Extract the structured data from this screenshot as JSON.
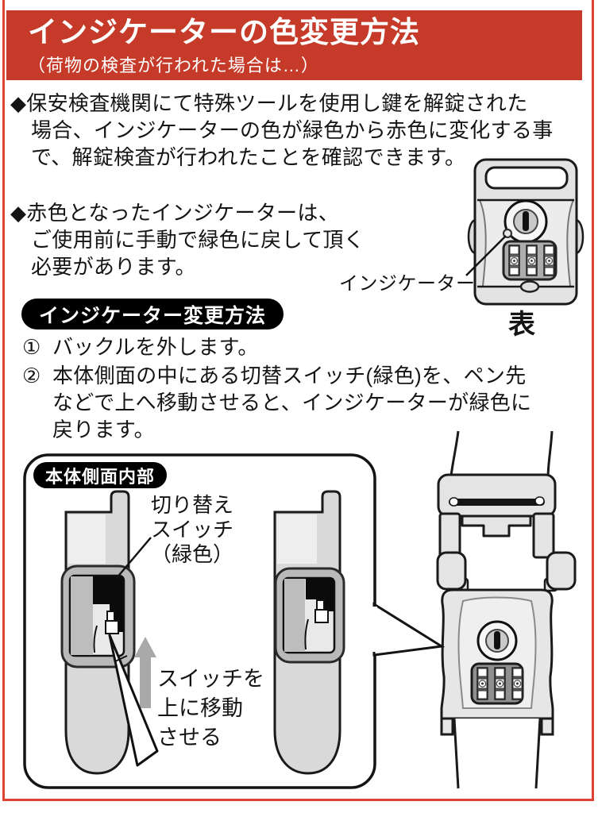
{
  "page": {
    "background": "#ffffff",
    "border_color": "#df4433"
  },
  "header": {
    "background": "#c53a28",
    "title": "インジケーターの色変更方法",
    "subtitle": "（荷物の検査が行われた場合は…）"
  },
  "intro": {
    "para1_lines": [
      "◆保安検査機関にて特殊ツールを使用し鍵を解錠された",
      "場合、インジケーターの色が緑色から赤色に変化する事",
      "で、解錠検査が行われたことを確認できます。"
    ],
    "para2_lines": [
      "◆赤色となったインジケーターは、",
      "ご使用前に手動で緑色に戻して頂く",
      "必要があります。"
    ]
  },
  "front_view": {
    "indicator_label": "インジケーター",
    "side_label": "表"
  },
  "method": {
    "heading": "インジケーター変更方法",
    "steps": [
      {
        "num": "①",
        "lines": [
          "バックルを外します。"
        ]
      },
      {
        "num": "②",
        "lines": [
          "本体側面の中にある切替スイッチ(緑色)を、ペン先",
          "などで上へ移動させると、インジケーターが緑色に",
          "戻ります。"
        ]
      }
    ]
  },
  "diagram": {
    "panel_label": "本体側面内部",
    "switch_label_lines": [
      "切り替え",
      "スイッチ",
      "（緑色）"
    ],
    "move_label_lines": [
      "スイッチを",
      "上に移動",
      "させる"
    ]
  }
}
